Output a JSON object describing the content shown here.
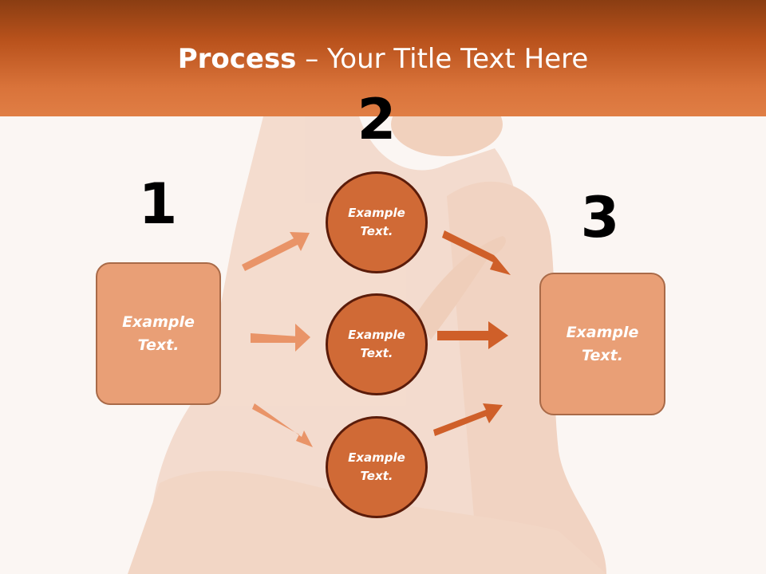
{
  "title": {
    "bold": "Process",
    "rest": " – Your Title Text Here"
  },
  "steps": {
    "one": "1",
    "two": "2",
    "three": "3"
  },
  "nodes": {
    "left_box": "Example Text.",
    "circle_top": "Example Text.",
    "circle_middle": "Example Text.",
    "circle_bottom": "Example Text.",
    "right_box": "Example Text."
  },
  "colors": {
    "header": "#c0561f",
    "box_fill": "#e99f76",
    "circle_fill": "#d06a36",
    "circle_border": "#5b1c0a",
    "arrow_light": "#e99468",
    "arrow_dark": "#cf5f29"
  }
}
